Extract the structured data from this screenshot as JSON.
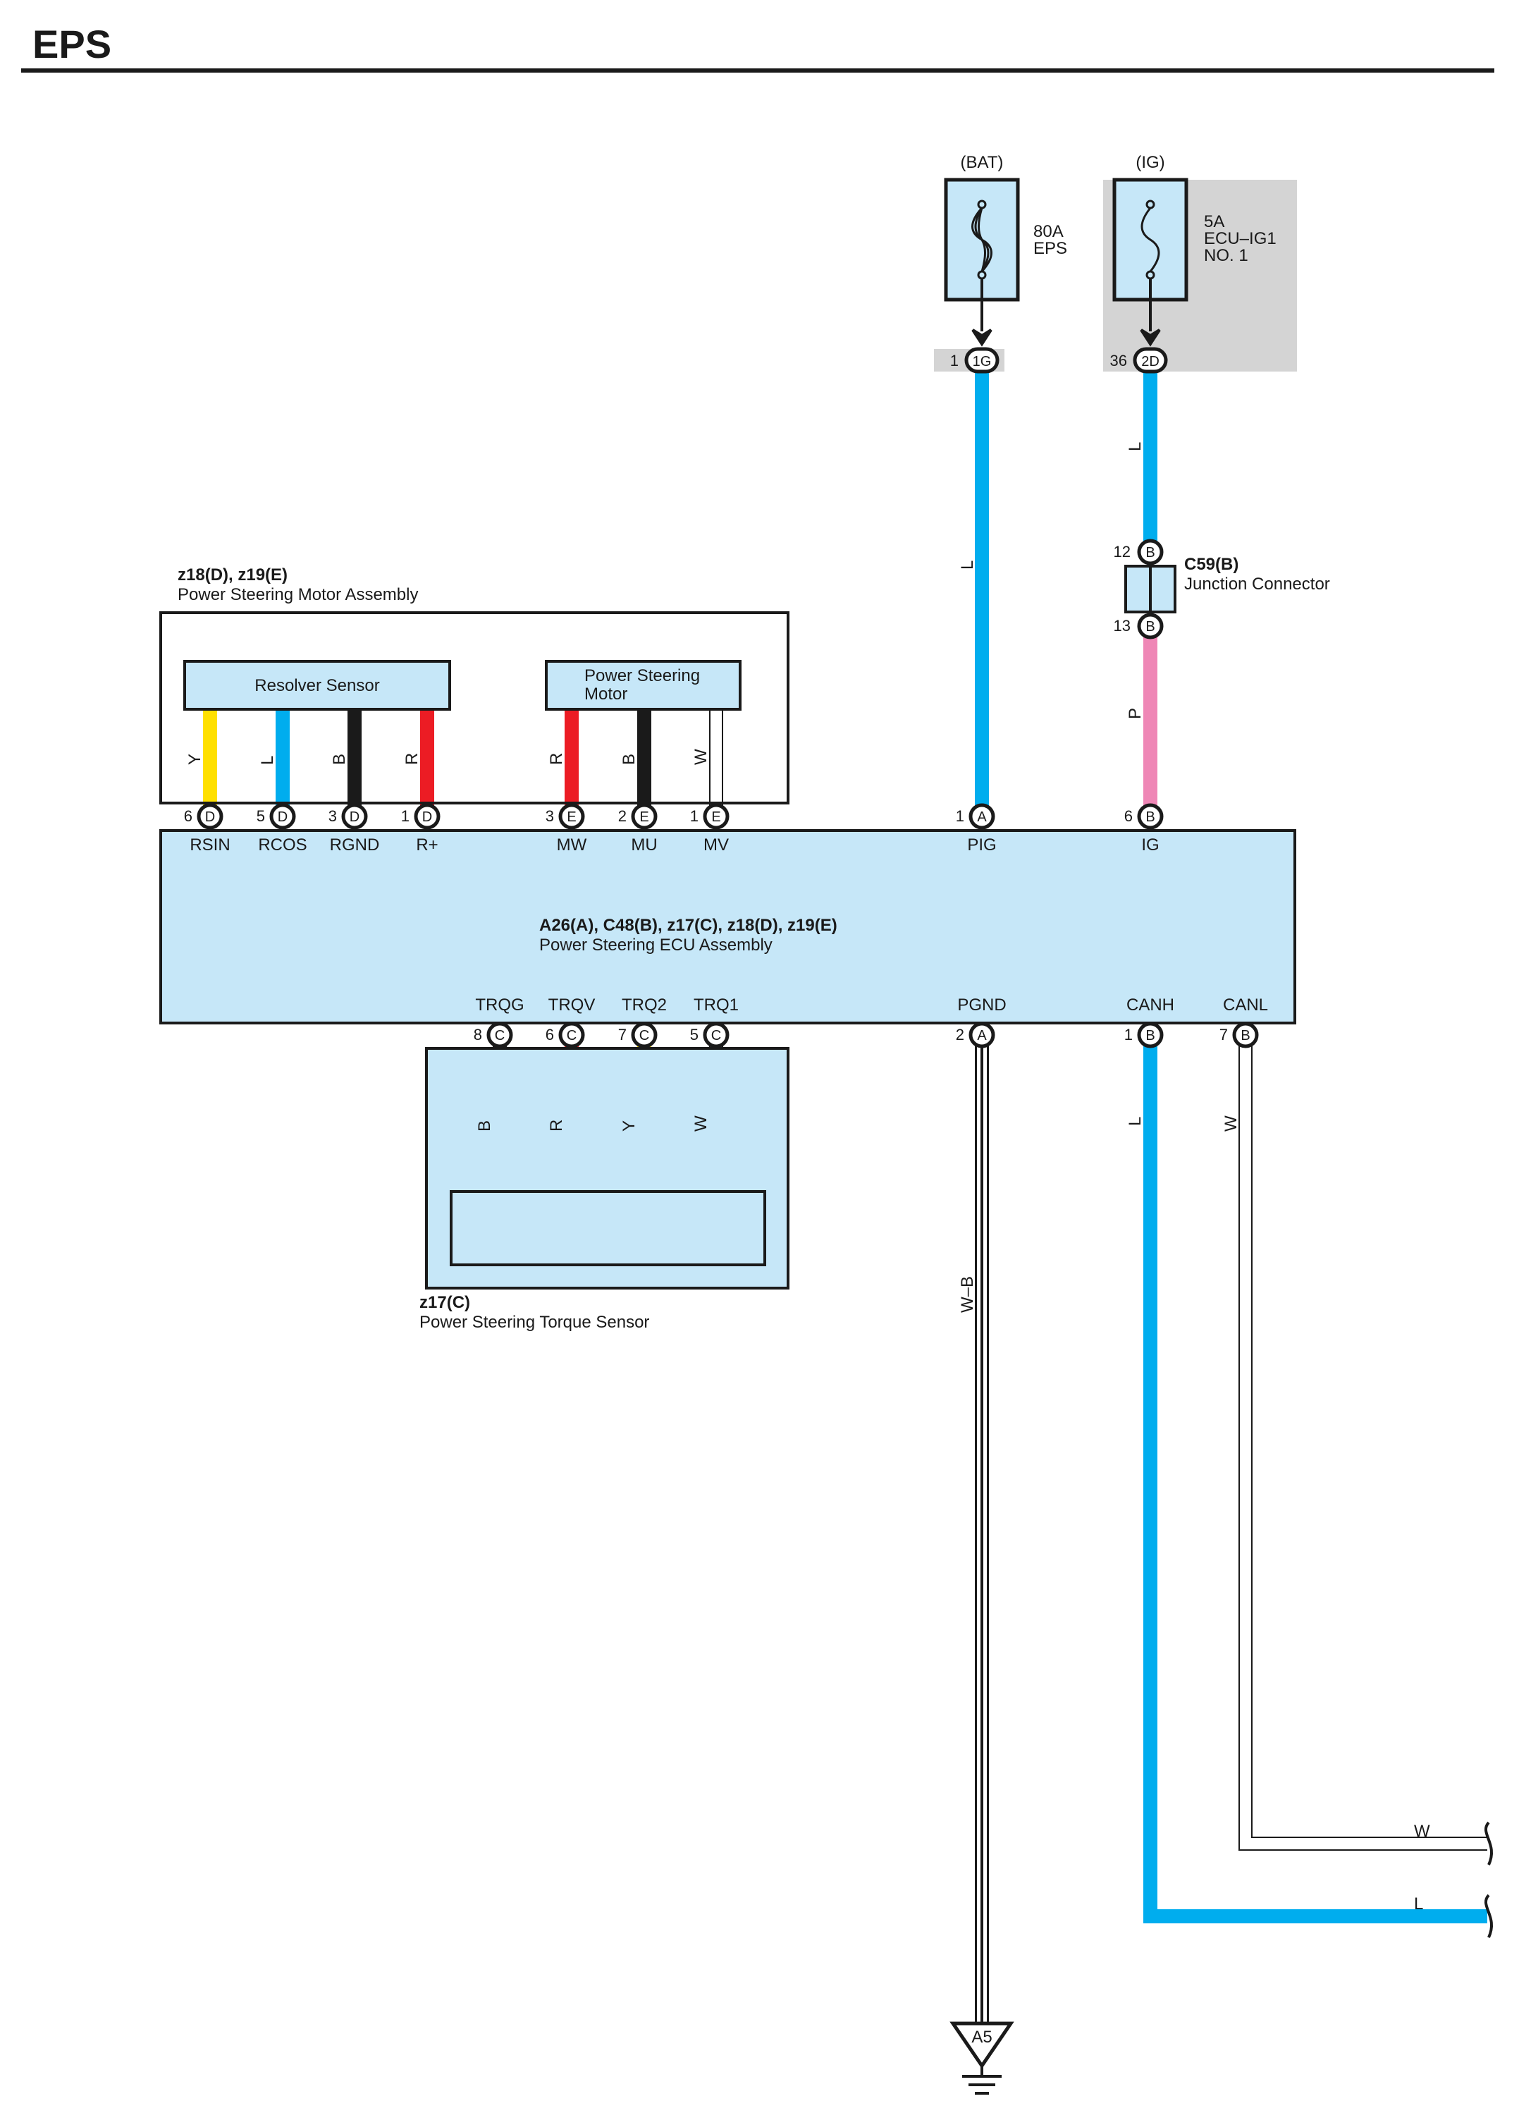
{
  "title": "EPS",
  "colors": {
    "L": "#00adee",
    "Y": "#ffe000",
    "B": "#1a1a1a",
    "R": "#ec1c24",
    "W": "#ffffff",
    "P": "#ef87b6",
    "component_fill": "#c6e7f8",
    "shade": "#d4d4d4"
  },
  "power": {
    "bat": {
      "source": "(BAT)",
      "fuse_amp": "80A",
      "fuse_name": "EPS",
      "pin": "1",
      "connector": "1G"
    },
    "ig": {
      "source": "(IG)",
      "fuse_amp": "5A",
      "fuse_name_1": "ECU–IG1",
      "fuse_name_2": "NO. 1",
      "pin": "36",
      "connector": "2D"
    }
  },
  "junction": {
    "code": "C59(B)",
    "name": "Junction Connector",
    "pin_top": "12",
    "pin_bottom": "13",
    "letter": "B"
  },
  "motor_assembly": {
    "code": "z18(D), z19(E)",
    "name": "Power Steering Motor Assembly",
    "resolver_label": "Resolver Sensor",
    "motor_label_1": "Power Steering",
    "motor_label_2": "Motor"
  },
  "ecu": {
    "code": "A26(A), C48(B), z17(C), z18(D), z19(E)",
    "name": "Power Steering ECU Assembly"
  },
  "torque_sensor": {
    "code": "z17(C)",
    "name": "Power Steering Torque Sensor"
  },
  "top_terminals": [
    {
      "pin": "6",
      "conn": "D",
      "signal": "RSIN",
      "wire": "Y"
    },
    {
      "pin": "5",
      "conn": "D",
      "signal": "RCOS",
      "wire": "L"
    },
    {
      "pin": "3",
      "conn": "D",
      "signal": "RGND",
      "wire": "B"
    },
    {
      "pin": "1",
      "conn": "D",
      "signal": "R+",
      "wire": "R"
    },
    {
      "pin": "3",
      "conn": "E",
      "signal": "MW",
      "wire": "R"
    },
    {
      "pin": "2",
      "conn": "E",
      "signal": "MU",
      "wire": "B"
    },
    {
      "pin": "1",
      "conn": "E",
      "signal": "MV",
      "wire": "W"
    },
    {
      "pin": "1",
      "conn": "A",
      "signal": "PIG",
      "wire": "L"
    },
    {
      "pin": "6",
      "conn": "B",
      "signal": "IG",
      "wire": "P"
    }
  ],
  "bottom_terminals": [
    {
      "pin": "8",
      "conn": "C",
      "signal": "TRQG",
      "wire": "B"
    },
    {
      "pin": "6",
      "conn": "C",
      "signal": "TRQV",
      "wire": "R"
    },
    {
      "pin": "7",
      "conn": "C",
      "signal": "TRQ2",
      "wire": "Y"
    },
    {
      "pin": "5",
      "conn": "C",
      "signal": "TRQ1",
      "wire": "W"
    },
    {
      "pin": "2",
      "conn": "A",
      "signal": "PGND",
      "wire": "W–B"
    },
    {
      "pin": "1",
      "conn": "B",
      "signal": "CANH",
      "wire": "L"
    },
    {
      "pin": "7",
      "conn": "B",
      "signal": "CANL",
      "wire": "W"
    }
  ],
  "wire_labels": {
    "pig": "L",
    "ig_upper": "L",
    "ig_lower": "P",
    "canh_vertical": "L",
    "canl_vertical": "W",
    "canl_exit": "W",
    "canh_exit": "L",
    "pgnd": "W–B"
  },
  "ground": {
    "label": "A5"
  }
}
